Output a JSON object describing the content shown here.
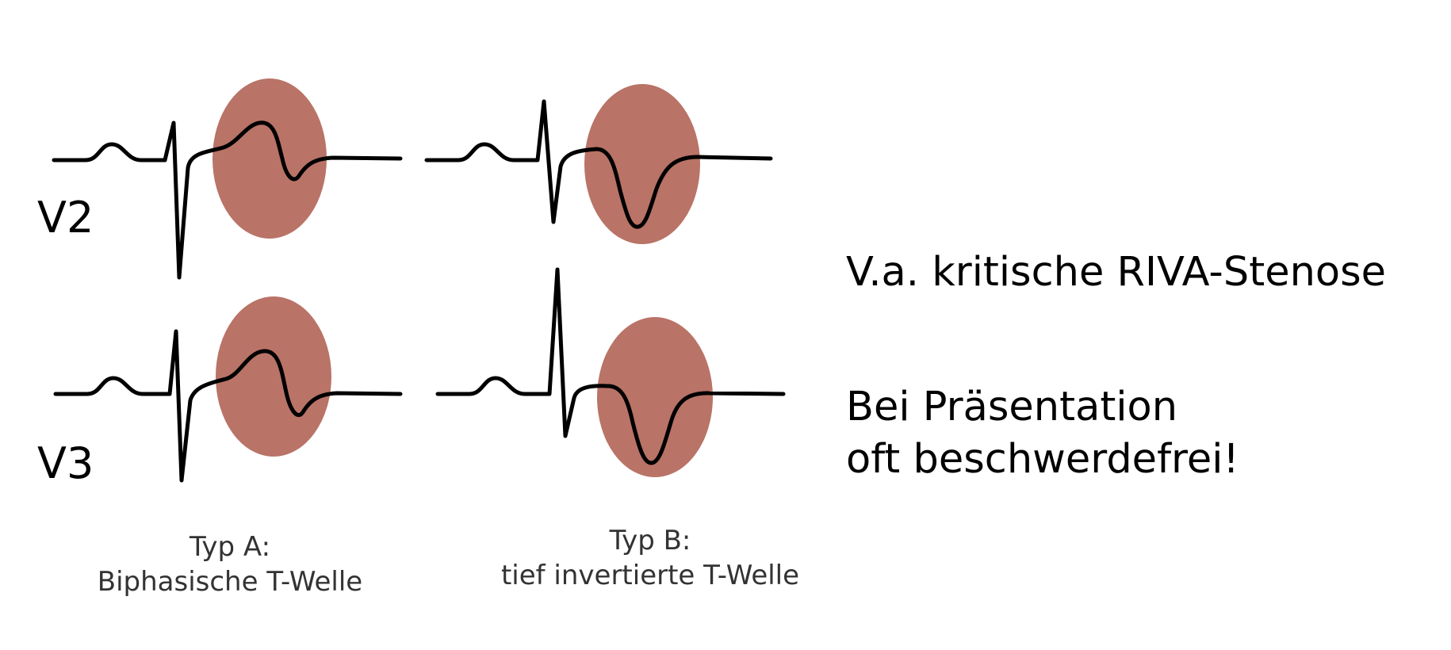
{
  "leads": {
    "v2": "V2",
    "v3": "V3"
  },
  "types": {
    "a": {
      "title": "Typ A:",
      "desc": "Biphasische T-Welle"
    },
    "b": {
      "title": "Typ B:",
      "desc": "tief invertierte T-Welle"
    }
  },
  "text": {
    "line1": "V.a. kritische RIVA-Stenose",
    "line2": "Bei Präsentation",
    "line3": "oft beschwerdefrei!"
  },
  "colors": {
    "highlight": "#b97367",
    "trace": "#000000",
    "caption": "#333333"
  }
}
